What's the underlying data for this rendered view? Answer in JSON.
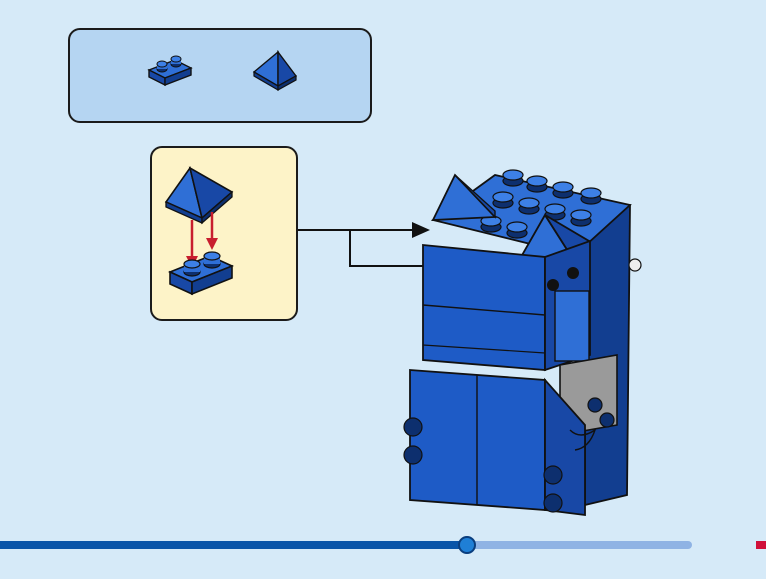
{
  "step": {
    "parts_panel": {
      "parts": [
        {
          "name": "plate-1x2",
          "color": "#1e5bc6"
        },
        {
          "name": "slope-pyramid",
          "color": "#1e5bc6"
        }
      ]
    },
    "subassembly": {
      "background": "#fdf3c8",
      "arrow_color": "#c81e2e"
    },
    "model": {
      "body_color": "#1e5bc6",
      "grey_color": "#9a9a9a"
    }
  },
  "progress": {
    "fraction": 0.675,
    "fill_color": "#0a55a8",
    "track_color": "#8fb3e4"
  },
  "colors": {
    "page_background": "#d6eaf8",
    "parts_background": "#b5d5f2",
    "accent": "#d0103a"
  }
}
